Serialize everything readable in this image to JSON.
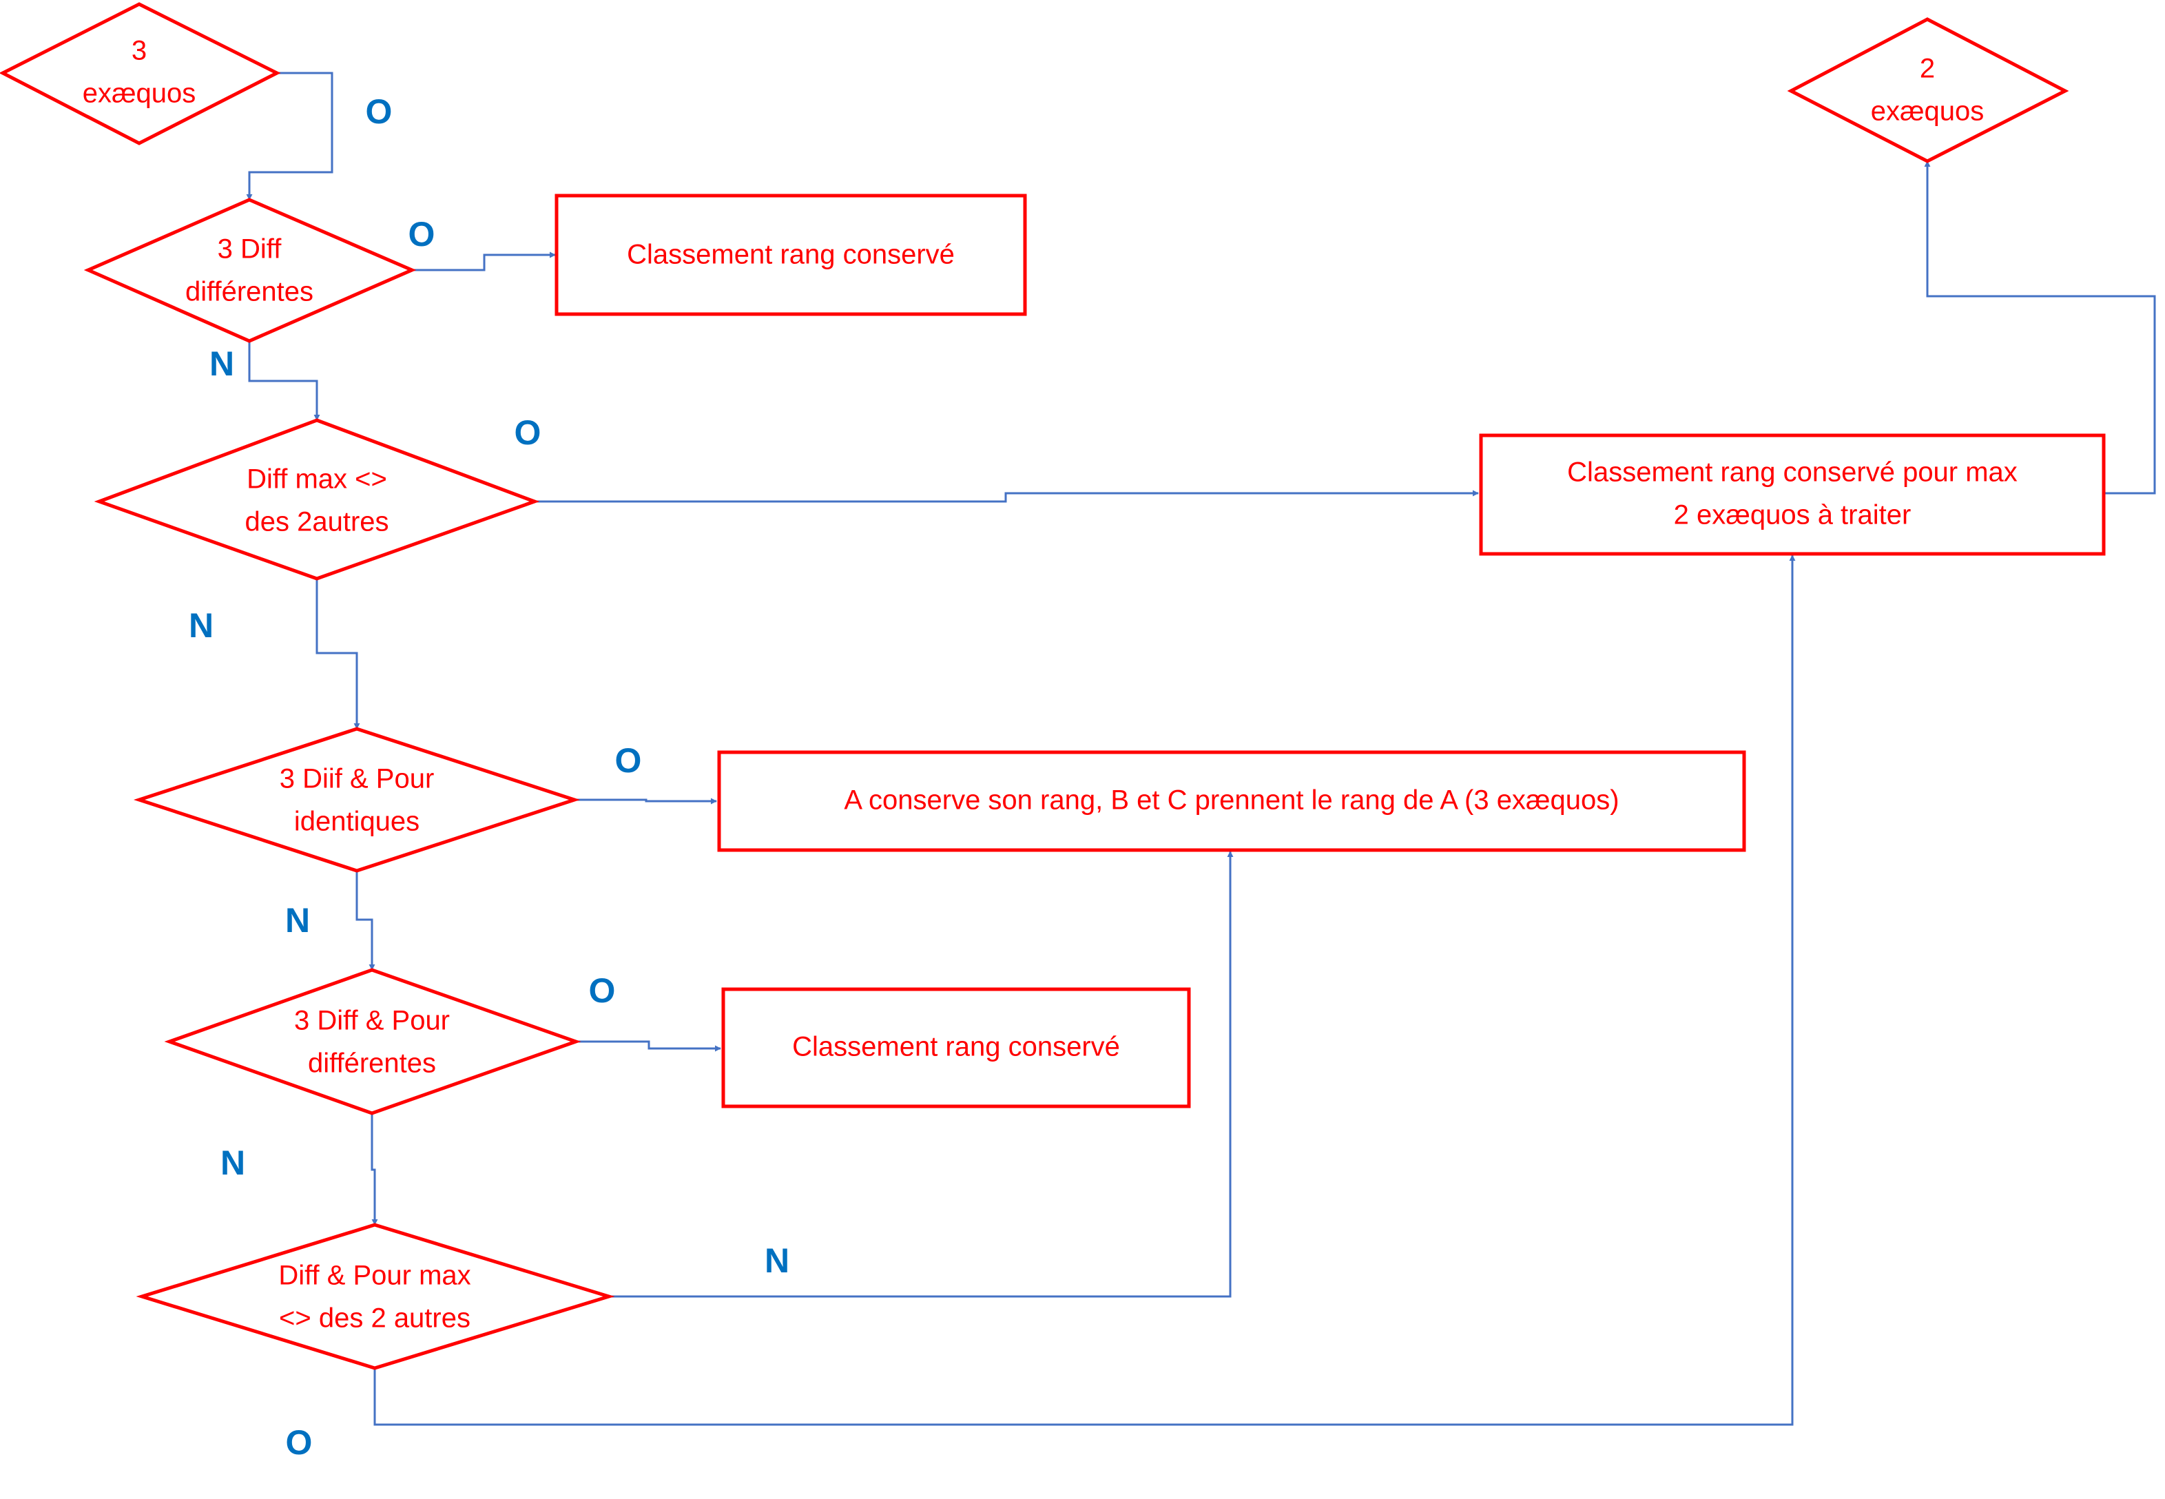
{
  "colors": {
    "node_border": "#ff0000",
    "node_text": "#ff0000",
    "connector": "#4472c4",
    "branch_label": "#0070c0"
  },
  "nodes": {
    "d_3ex": {
      "lines": [
        "3",
        "exæquos"
      ]
    },
    "d_3diff": {
      "lines": [
        "3 Diff",
        "différentes"
      ]
    },
    "r_rang1": {
      "lines": [
        "Classement rang conservé"
      ]
    },
    "d_diffmax": {
      "lines": [
        "Diff max <>",
        "des 2autres"
      ]
    },
    "r_max2": {
      "lines": [
        "Classement rang conservé pour max",
        "2 exæquos  à traiter"
      ]
    },
    "d_2ex": {
      "lines": [
        "2",
        "exæquos"
      ]
    },
    "d_3diif_pour": {
      "lines": [
        "3  Diif &  Pour",
        "identiques"
      ]
    },
    "r_a_conserve": {
      "lines": [
        "A conserve son rang, B et C prennent le rang de A (3 exæquos)"
      ]
    },
    "d_3diff_pour": {
      "lines": [
        "3 Diff & Pour",
        "différentes"
      ]
    },
    "r_rang2": {
      "lines": [
        "Classement rang conservé"
      ]
    },
    "d_diffpour_max": {
      "lines": [
        "Diff  & Pour max",
        "<> des 2 autres"
      ]
    }
  },
  "branch_labels": {
    "o1": "O",
    "o2": "O",
    "n1": "N",
    "o3": "O",
    "n2": "N",
    "o4": "O",
    "n3": "N",
    "o5": "O",
    "n4": "N",
    "n5": "N",
    "o6": "O"
  }
}
